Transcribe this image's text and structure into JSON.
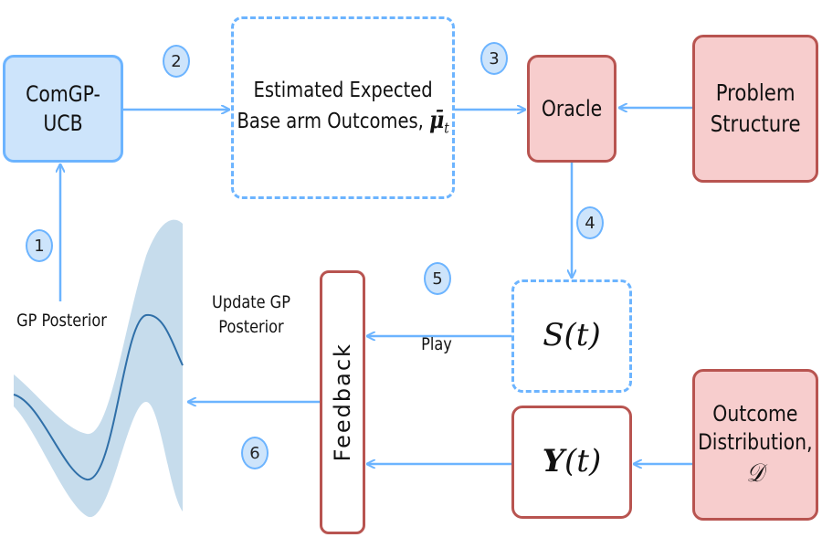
{
  "nodes": {
    "comgp": "ComGP-UCB",
    "estimated_line1": "Estimated Expected",
    "estimated_line2": "Base arm Outcomes, ",
    "estimated_symbol": "μ̄",
    "estimated_sub": "t",
    "oracle": "Oracle",
    "problem_line1": "Problem",
    "problem_line2": "Structure",
    "s_t": "S(t)",
    "y_t_bold": "Y",
    "y_t_rest": "(t)",
    "feedback": "Feedback",
    "outcome_line1": "Outcome",
    "outcome_line2": "Distribution,",
    "outcome_symbol": "𝒟"
  },
  "steps": [
    "1",
    "2",
    "3",
    "4",
    "5",
    "6"
  ],
  "labels": {
    "gp_posterior": "GP Posterior",
    "update_line1": "Update GP",
    "update_line2": "Posterior",
    "play": "Play"
  },
  "colors": {
    "blue_fill": "#cde4fb",
    "blue_stroke": "#6cb4ff",
    "red_fill": "#f7cdcd",
    "red_stroke": "#b85450",
    "gp_band": "#c6dcec",
    "gp_line": "#2f6fa8"
  }
}
